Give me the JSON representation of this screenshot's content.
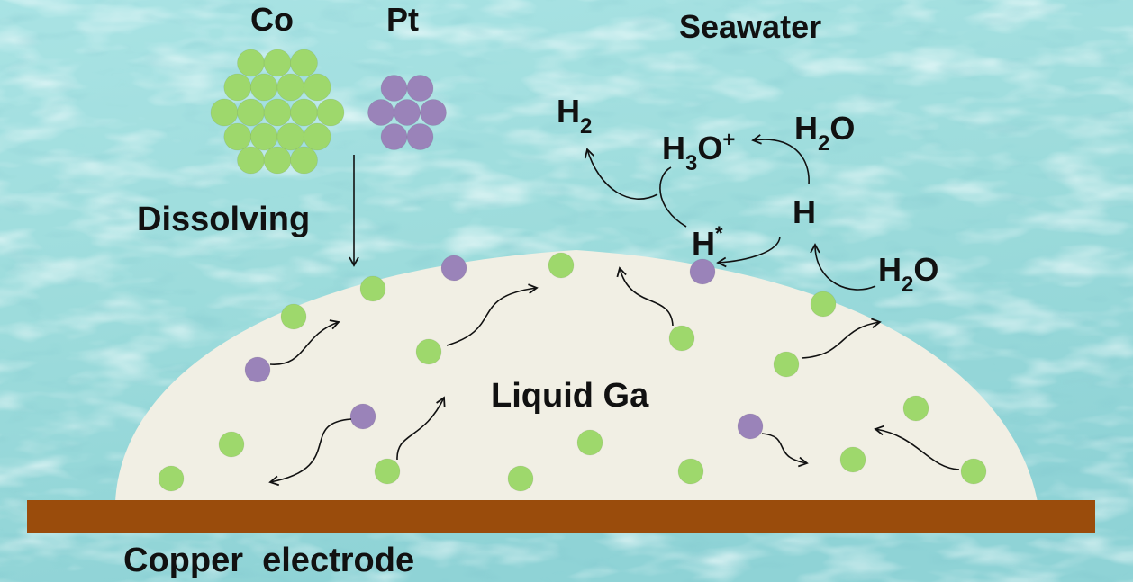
{
  "labels": {
    "co": "Co",
    "pt": "Pt",
    "seawater": "Seawater",
    "dissolving": "Dissolving",
    "liquid_ga": "Liquid Ga",
    "copper_electrode": "Copper  electrode",
    "h2_product": {
      "base": "H",
      "sub": "2"
    },
    "h3o_plus": {
      "base": "H",
      "sub": "3",
      "rest": "O",
      "sup": "+"
    },
    "h2o_top": {
      "base": "H",
      "sub": "2",
      "rest": "O"
    },
    "h_intermediate": "H",
    "h_star": {
      "base": "H",
      "sup": "*"
    },
    "h2o_bottom": {
      "base": "H",
      "sub": "2",
      "rest": "O"
    }
  },
  "colors": {
    "co_atom": "#9ed86c",
    "pt_atom": "#9a83b9",
    "liquid_ga": "#f1efe4",
    "copper": "#9a4c0c",
    "water_light": "#bdeaea",
    "water_mid": "#7fd1d2",
    "water_dark": "#4fb3bb"
  }
}
